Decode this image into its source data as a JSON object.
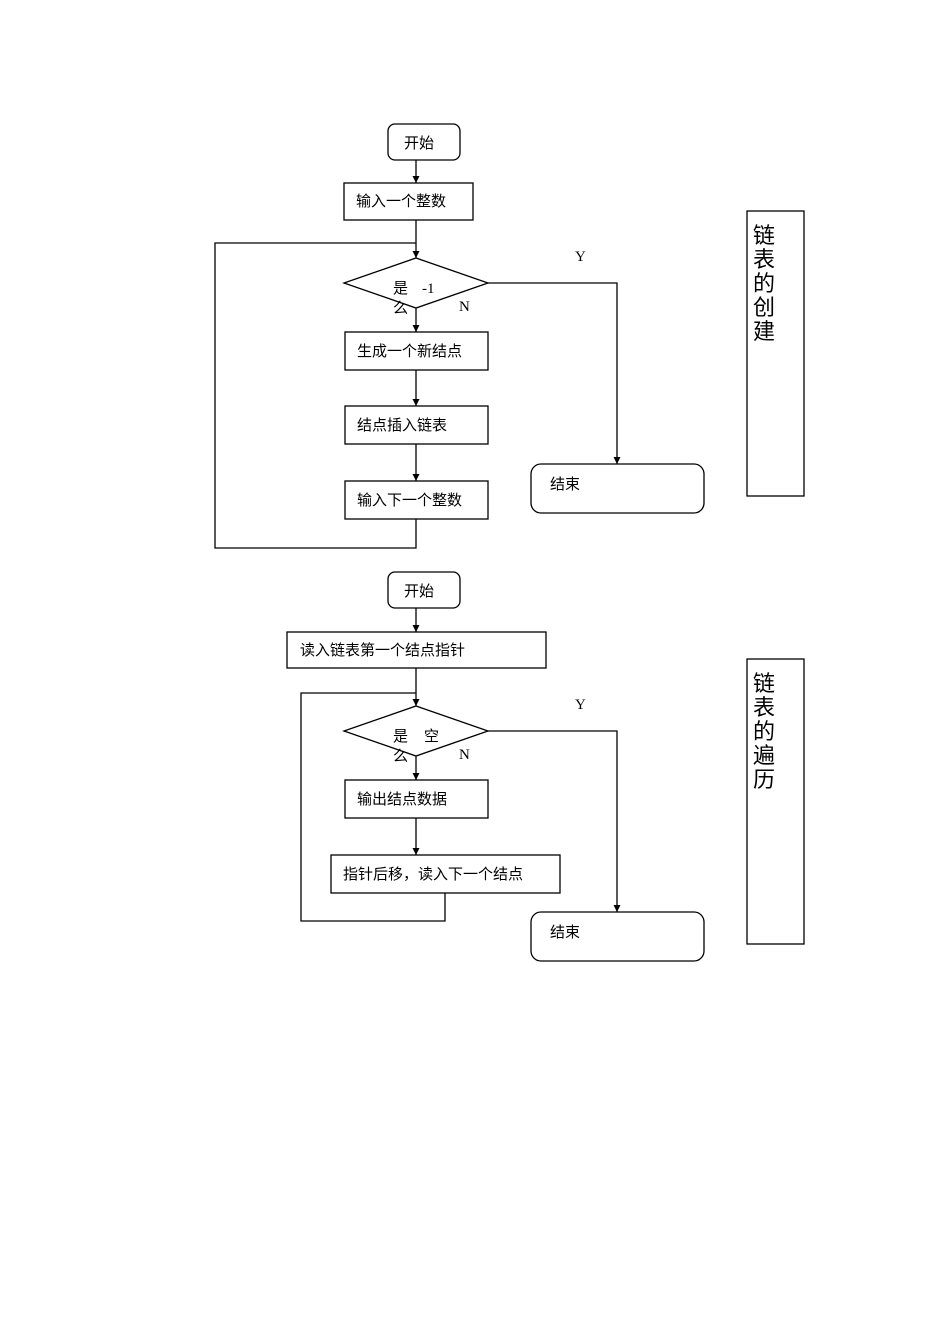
{
  "flow_create": {
    "start": "开始",
    "input_int": "输入一个整数",
    "decision_left": "是",
    "decision_right": "-1",
    "decision_bottom": "么",
    "yes_label": "Y",
    "no_label": "N",
    "new_node": "生成一个新结点",
    "insert_node": "结点插入链表",
    "input_next": "输入下一个整数",
    "end": "结束",
    "side_title": [
      "链",
      "表",
      "的",
      "创",
      "建"
    ]
  },
  "flow_traverse": {
    "start": "开始",
    "read_first": "读入链表第一个结点指针",
    "decision_left": "是",
    "decision_right": "空",
    "decision_bottom": "么",
    "yes_label": "Y",
    "no_label": "N",
    "output_data": "输出结点数据",
    "move_pointer": "指针后移，读入下一个结点",
    "end": "结束",
    "side_title": [
      "链",
      "表",
      "的",
      "遍",
      "历"
    ]
  }
}
